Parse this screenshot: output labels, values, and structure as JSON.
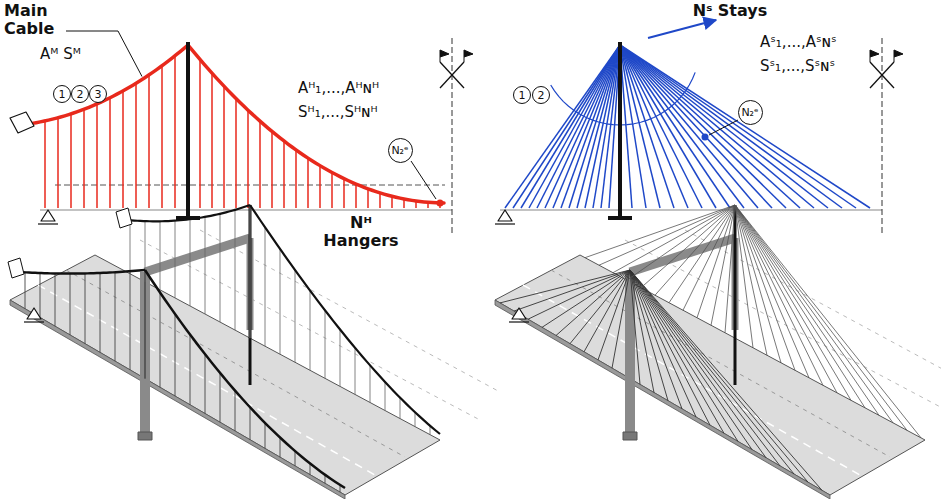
{
  "diagram": {
    "nodes": [
      {
        "text": [
          "1"
        ]
      },
      {
        "text": [
          "2"
        ]
      },
      {
        "text": [
          "3"
        ]
      },
      {
        "text": [
          "N₂ᵉ"
        ]
      },
      {
        "text": [
          "1"
        ]
      },
      {
        "text": [
          "2"
        ]
      },
      {
        "text": [
          "N₂ᵉ"
        ]
      }
    ],
    "labels": [
      "Main Cable",
      "Aᴹ Sᴹ",
      "Aᴴ₁,...,Aᴴɴᴴ",
      "Sᴴ₁,...,Sᴴɴᴴ",
      "Nᴴ Hangers",
      "Nˢ Stays",
      "Aˢ₁,...,Aˢɴˢ",
      "Sˢ₁,...,Sˢɴˢ"
    ]
  }
}
